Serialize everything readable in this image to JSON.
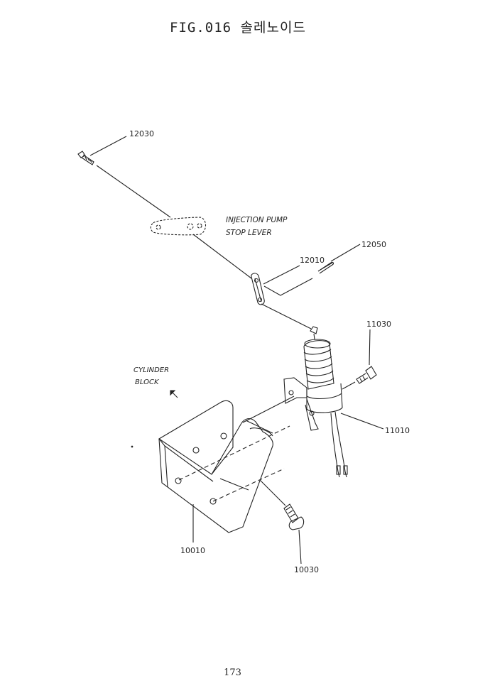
{
  "figure": {
    "title": "FIG.016 솔레노이드",
    "page_number": "173"
  },
  "part_numbers": {
    "p12030": "12030",
    "p12010": "12010",
    "p12050": "12050",
    "p11030": "11030",
    "p11010": "11010",
    "p10010": "10010",
    "p10030": "10030"
  },
  "annotations": {
    "pump_line1": "INJECTION PUMP",
    "pump_line2": "STOP LEVER",
    "cyl_line1": "CYLINDER",
    "cyl_line2": "BLOCK"
  }
}
